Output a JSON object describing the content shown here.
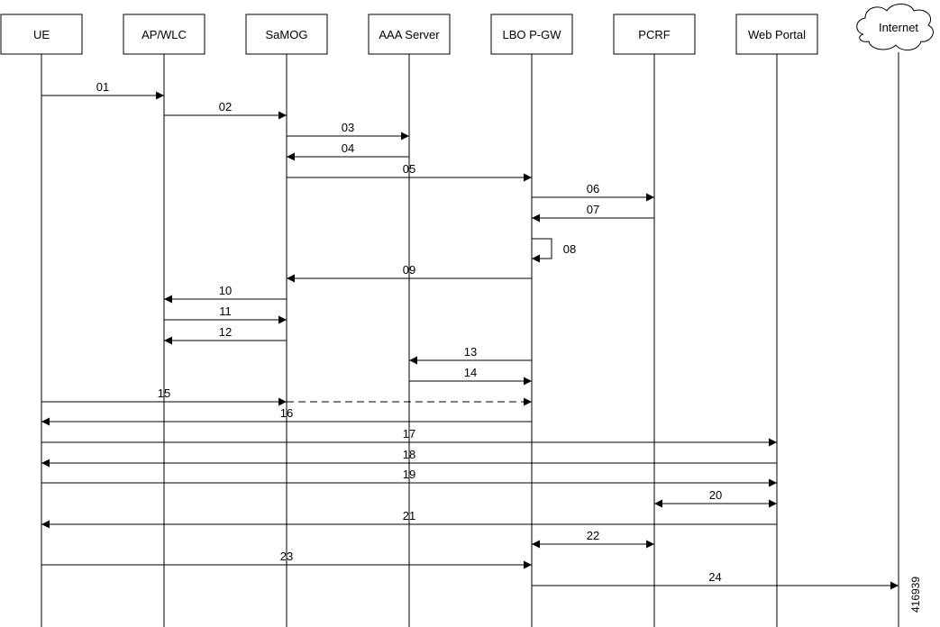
{
  "actors": [
    {
      "id": "ue",
      "label": "UE"
    },
    {
      "id": "ap_wlc",
      "label": "AP/WLC"
    },
    {
      "id": "samog",
      "label": "SaMOG"
    },
    {
      "id": "aaa",
      "label": "AAA Server"
    },
    {
      "id": "lbo_pgw",
      "label": "LBO P-GW"
    },
    {
      "id": "pcrf",
      "label": "PCRF"
    },
    {
      "id": "web_portal",
      "label": "Web Portal"
    },
    {
      "id": "internet",
      "label": "Internet"
    }
  ],
  "messages": [
    {
      "label": "01",
      "from": "ue",
      "to": "ap_wlc",
      "style": "solid"
    },
    {
      "label": "02",
      "from": "ap_wlc",
      "to": "samog",
      "style": "solid"
    },
    {
      "label": "03",
      "from": "samog",
      "to": "aaa",
      "style": "solid"
    },
    {
      "label": "04",
      "from": "aaa",
      "to": "samog",
      "style": "solid"
    },
    {
      "label": "05",
      "from": "samog",
      "to": "lbo_pgw",
      "style": "solid"
    },
    {
      "label": "06",
      "from": "lbo_pgw",
      "to": "pcrf",
      "style": "solid"
    },
    {
      "label": "07",
      "from": "pcrf",
      "to": "lbo_pgw",
      "style": "solid"
    },
    {
      "label": "08",
      "from": "lbo_pgw",
      "to": "lbo_pgw",
      "style": "self"
    },
    {
      "label": "09",
      "from": "lbo_pgw",
      "to": "samog",
      "style": "solid"
    },
    {
      "label": "10",
      "from": "samog",
      "to": "ap_wlc",
      "style": "solid"
    },
    {
      "label": "11",
      "from": "ap_wlc",
      "to": "samog",
      "style": "solid"
    },
    {
      "label": "12",
      "from": "samog",
      "to": "ap_wlc",
      "style": "solid"
    },
    {
      "label": "13",
      "from": "lbo_pgw",
      "to": "aaa",
      "style": "solid"
    },
    {
      "label": "14",
      "from": "aaa",
      "to": "lbo_pgw",
      "style": "solid"
    },
    {
      "label": "15",
      "from": "ue",
      "to": "samog",
      "style": "solid-then-dashed",
      "continue_to": "lbo_pgw"
    },
    {
      "label": "16",
      "from": "lbo_pgw",
      "to": "ue",
      "style": "solid"
    },
    {
      "label": "17",
      "from": "ue",
      "to": "web_portal",
      "style": "solid"
    },
    {
      "label": "18",
      "from": "web_portal",
      "to": "ue",
      "style": "solid"
    },
    {
      "label": "19",
      "from": "ue",
      "to": "web_portal",
      "style": "solid"
    },
    {
      "label": "20",
      "from": "pcrf",
      "to": "web_portal",
      "style": "bidirectional"
    },
    {
      "label": "21",
      "from": "web_portal",
      "to": "ue",
      "style": "solid"
    },
    {
      "label": "22",
      "from": "lbo_pgw",
      "to": "pcrf",
      "style": "bidirectional"
    },
    {
      "label": "23",
      "from": "ue",
      "to": "lbo_pgw",
      "style": "solid"
    },
    {
      "label": "24",
      "from": "lbo_pgw",
      "to": "internet",
      "style": "solid"
    }
  ],
  "figure_id": "416939",
  "colors": {
    "line": "#000000",
    "background": "#ffffff"
  }
}
